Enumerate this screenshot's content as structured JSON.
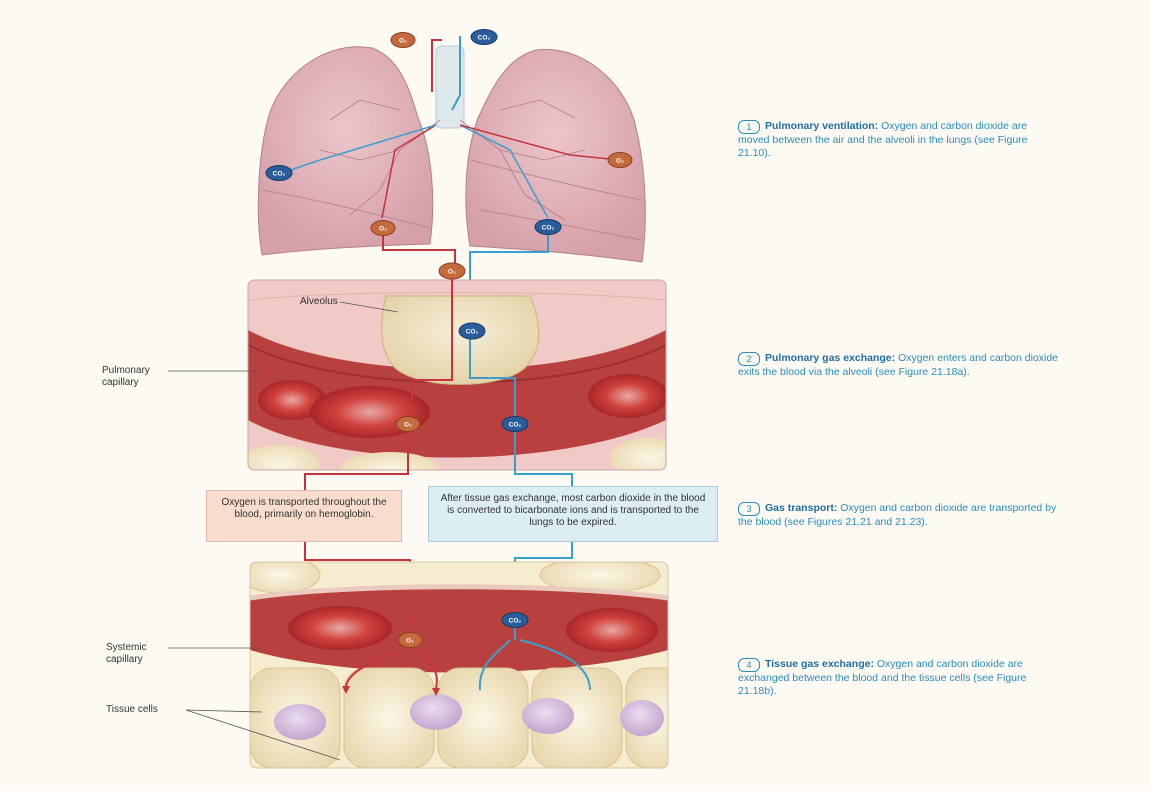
{
  "labels": {
    "alveolus": "Alveolus",
    "pulmonary_capillary": "Pulmonary capillary",
    "systemic_capillary": "Systemic capillary",
    "tissue_cells": "Tissue cells"
  },
  "gases": {
    "o2": "O₂",
    "co2": "CO₂"
  },
  "boxes": {
    "o2_transport": "Oxygen is transported throughout the blood, primarily on hemoglobin.",
    "co2_transport": "After tissue gas exchange, most carbon dioxide in the blood is converted to bicarbonate ions and is transported to the lungs to be expired."
  },
  "steps": [
    {
      "number": "1",
      "title": "Pulmonary ventilation:",
      "text": "Oxygen and carbon dioxide are moved between the air and the alveoli in the lungs (see Figure 21.10)."
    },
    {
      "number": "2",
      "title": "Pulmonary gas exchange:",
      "text": "Oxygen enters and carbon dioxide exits the blood via the alveoli (see Figure 21.18a)."
    },
    {
      "number": "3",
      "title": "Gas transport:",
      "text": "Oxygen and carbon dioxide are transported by the blood (see Figures 21.21 and 21.23)."
    },
    {
      "number": "4",
      "title": "Tissue gas exchange:",
      "text": "Oxygen and carbon dioxide are exchanged between the blood and the tissue cells (see Figure 21.18b)."
    }
  ],
  "colors": {
    "o2_path": "#c8323e",
    "co2_path": "#3a9fcf",
    "o2_badge": "#c56a3c",
    "co2_badge": "#2a5d9c",
    "lung": "#ddaab2",
    "blood": "#b8413f",
    "alveolus_fill": "#efe3c1",
    "tissue_cell": "#f4ecd2"
  }
}
